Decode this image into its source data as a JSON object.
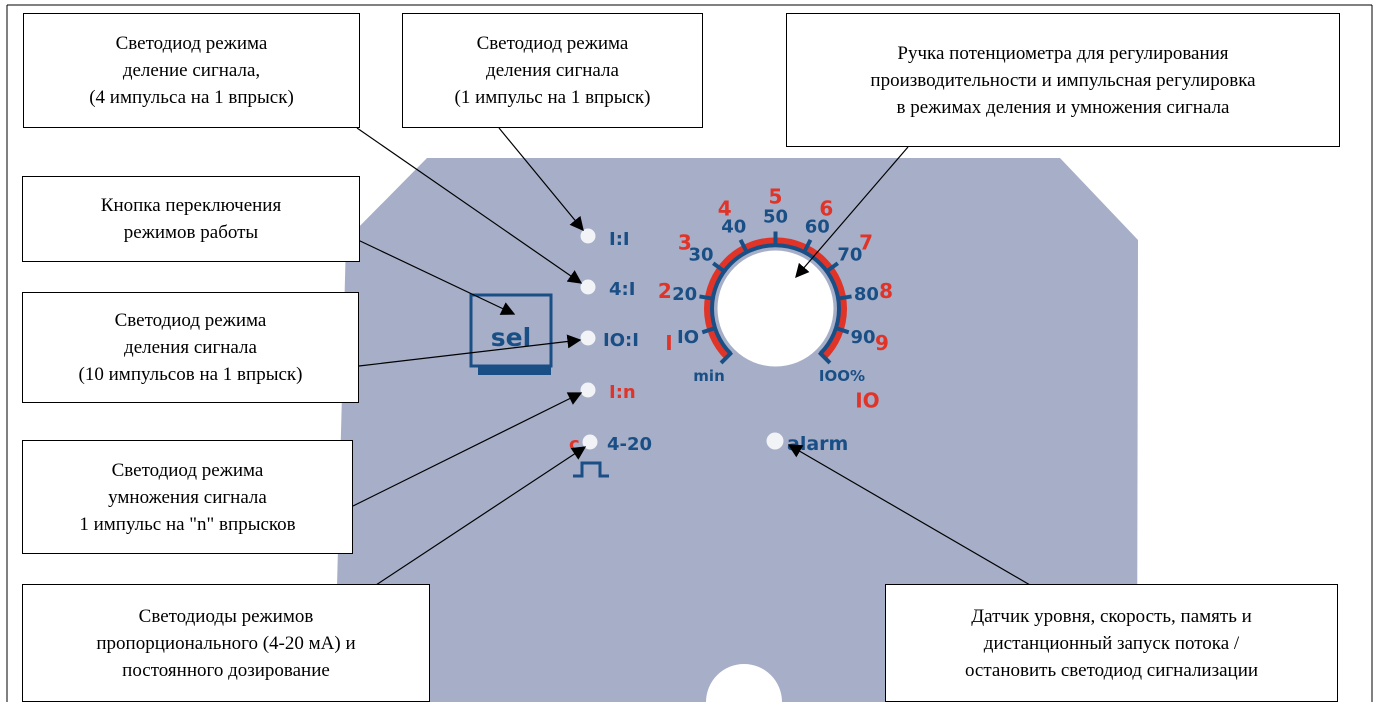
{
  "panel": {
    "leds": [
      {
        "label": "I:I"
      },
      {
        "label": "4:I"
      },
      {
        "label": "IO:I"
      },
      {
        "label": "I:n"
      },
      {
        "label": "4-20",
        "prefix": "c"
      }
    ],
    "sel_label": "sel",
    "alarm_label": "alarm",
    "dial": {
      "blue_scale": [
        "min",
        "IO",
        "20",
        "30",
        "40",
        "50",
        "60",
        "70",
        "80",
        "90",
        "IOO%"
      ],
      "red_scale": [
        "I",
        "2",
        "3",
        "4",
        "5",
        "6",
        "7",
        "8",
        "9",
        "IO"
      ]
    },
    "colors": {
      "panel": "#a6aec8",
      "blue": "#1a4f86",
      "red": "#e03428"
    }
  },
  "callouts": {
    "led_4_1": [
      "Светодиод режима",
      "деление сигнала,",
      "(4 импульса на 1 впрыск)"
    ],
    "led_1_1": [
      "Светодиод режима",
      "деления сигнала",
      "(1 импульс на 1 впрыск)"
    ],
    "knob": [
      "Ручка потенциометра для регулирования",
      "производительности и импульсная регулировка",
      "в режимах деления и умножения сигнала"
    ],
    "sel_button": [
      "Кнопка переключения",
      "режимов работы"
    ],
    "led_10_1": [
      "Светодиод режима",
      "деления сигнала",
      "(10 импульсов на 1 впрыск)"
    ],
    "led_1_n": [
      "Светодиод режима",
      "умножения сигнала",
      "1 импульс на \"n\" впрысков"
    ],
    "led_proportional": [
      "Светодиоды режимов",
      "пропорционального (4-20 мА) и",
      "постоянного дозирование"
    ],
    "alarm": [
      "Датчик уровня, скорость, память и",
      "дистанционный запуск потока /",
      "остановить светодиод сигнализации"
    ]
  }
}
